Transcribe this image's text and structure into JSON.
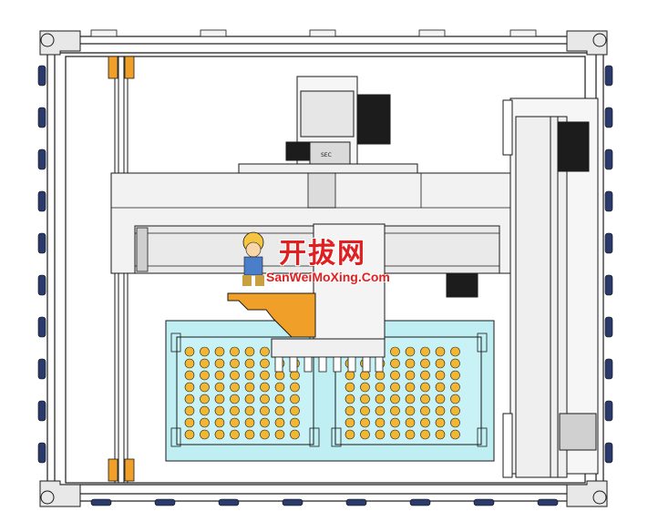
{
  "watermark": {
    "chinese_text": "开拔网",
    "site_text": "SanWeiMoXing.Com",
    "mascot": "builder-mascot-icon"
  },
  "colors": {
    "frame_line": "#1a1a1a",
    "tray_fill": "#bfeff2",
    "tray_inner": "#c8f2f5",
    "part_fill": "#f2b632",
    "gripper_fill": "#f0a028",
    "caster_fill": "#2a3a6a",
    "watermark_red": "#e02020"
  },
  "trays": [
    {
      "name": "left-tray",
      "rows": 8,
      "cols": 8
    },
    {
      "name": "right-tray",
      "rows": 8,
      "cols": 8
    }
  ]
}
